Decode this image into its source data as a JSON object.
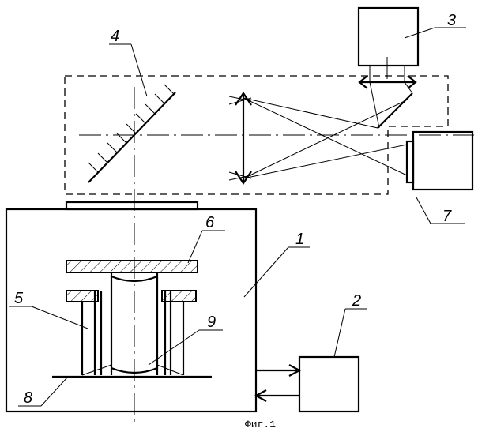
{
  "caption": "Фиг.1",
  "labels": {
    "l1": "1",
    "l2": "2",
    "l3": "3",
    "l4": "4",
    "l5": "5",
    "l6": "6",
    "l7": "7",
    "l8": "8",
    "l9": "9"
  }
}
